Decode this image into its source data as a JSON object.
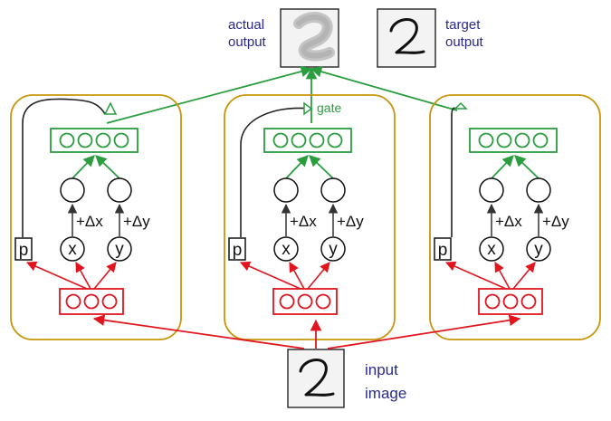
{
  "colors": {
    "capsule_border": "#c8960a",
    "recognition": "#e0151e",
    "generation": "#2a9d3f",
    "gate_line": "#222222",
    "caption": "#2a2a8c"
  },
  "labels": {
    "actual_output_1": "actual",
    "actual_output_2": "output",
    "target_output_1": "target",
    "target_output_2": "output",
    "input_image_1": "input",
    "input_image_2": "image",
    "gate": "gate"
  },
  "capsules": [
    {
      "p": "p",
      "x": "x",
      "y": "y",
      "dx": "+Δx",
      "dy": "+Δy"
    },
    {
      "p": "p",
      "x": "x",
      "y": "y",
      "dx": "+Δx",
      "dy": "+Δy"
    },
    {
      "p": "p",
      "x": "x",
      "y": "y",
      "dx": "+Δx",
      "dy": "+Δy"
    }
  ],
  "icons": {
    "input_digit": "handwritten-2",
    "target_digit": "handwritten-2",
    "actual_output": "blurry-gray-2"
  }
}
